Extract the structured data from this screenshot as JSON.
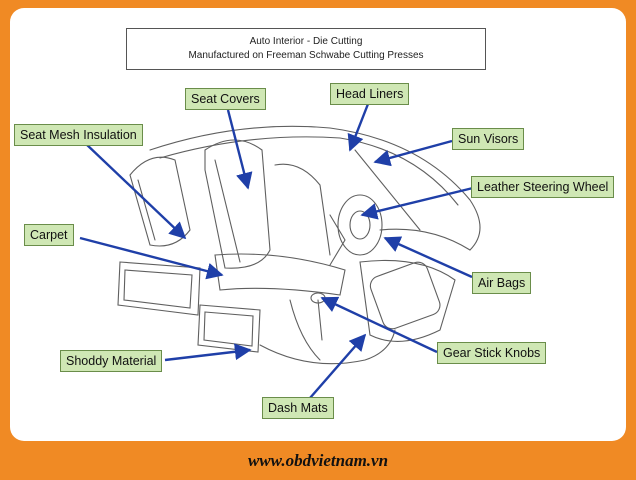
{
  "header": {
    "line1": "Auto Interior - Die Cutting",
    "line2": "Manufactured on Freeman Schwabe Cutting Presses"
  },
  "labels": {
    "seat_covers": "Seat Covers",
    "head_liners": "Head Liners",
    "seat_mesh_insulation": "Seat Mesh Insulation",
    "sun_visors": "Sun Visors",
    "leather_steering_wheel": "Leather Steering Wheel",
    "carpet": "Carpet",
    "air_bags": "Air Bags",
    "gear_stick_knobs": "Gear Stick Knobs",
    "shoddy_material": "Shoddy Material",
    "dash_mats": "Dash Mats"
  },
  "footer": {
    "url": "www.obdvietnam.vn"
  },
  "colors": {
    "frame": "#f08a24",
    "label_fill": "#cfe7b4",
    "arrow": "#1f3fa8"
  }
}
